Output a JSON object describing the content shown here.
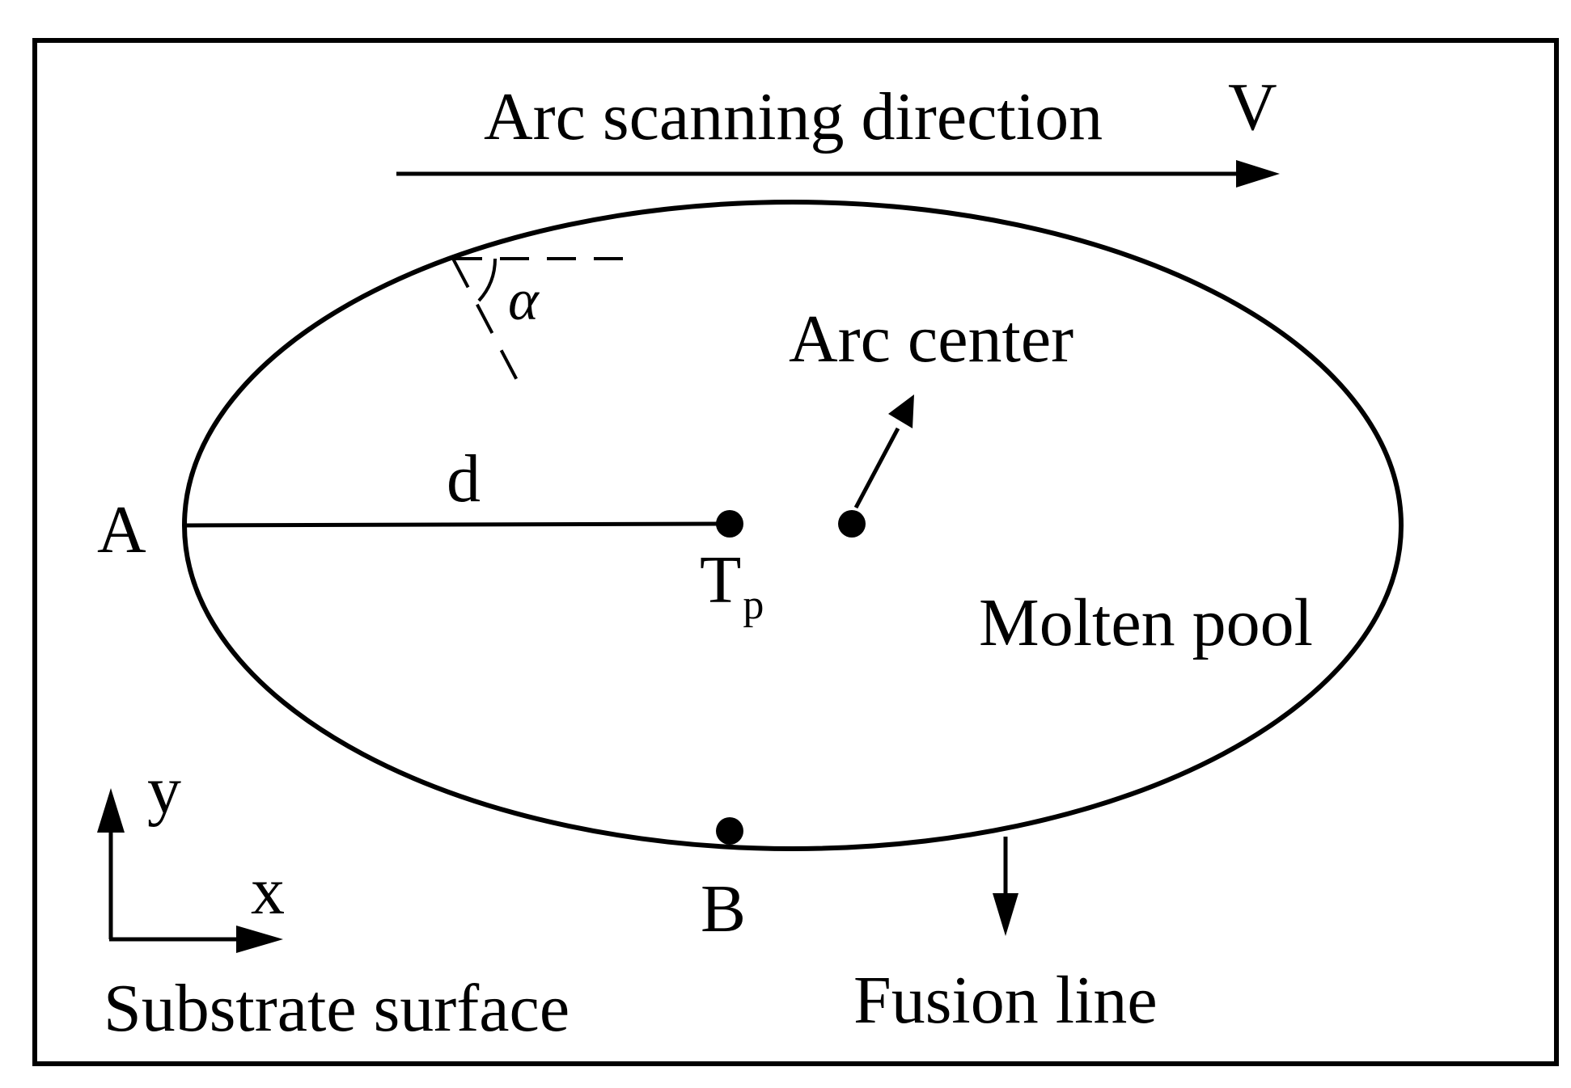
{
  "labels": {
    "scan_direction": "Arc scanning direction",
    "velocity": "V",
    "angle": "α",
    "arc_center": "Arc center",
    "distance": "d",
    "point_a": "A",
    "peak_temp_main": "T",
    "peak_temp_sub": "p",
    "molten_pool": "Molten pool",
    "axis_y": "y",
    "axis_x": "x",
    "point_b": "B",
    "substrate": "Substrate surface",
    "fusion_line": "Fusion line"
  },
  "colors": {
    "stroke": "#000000",
    "background": "#ffffff"
  }
}
